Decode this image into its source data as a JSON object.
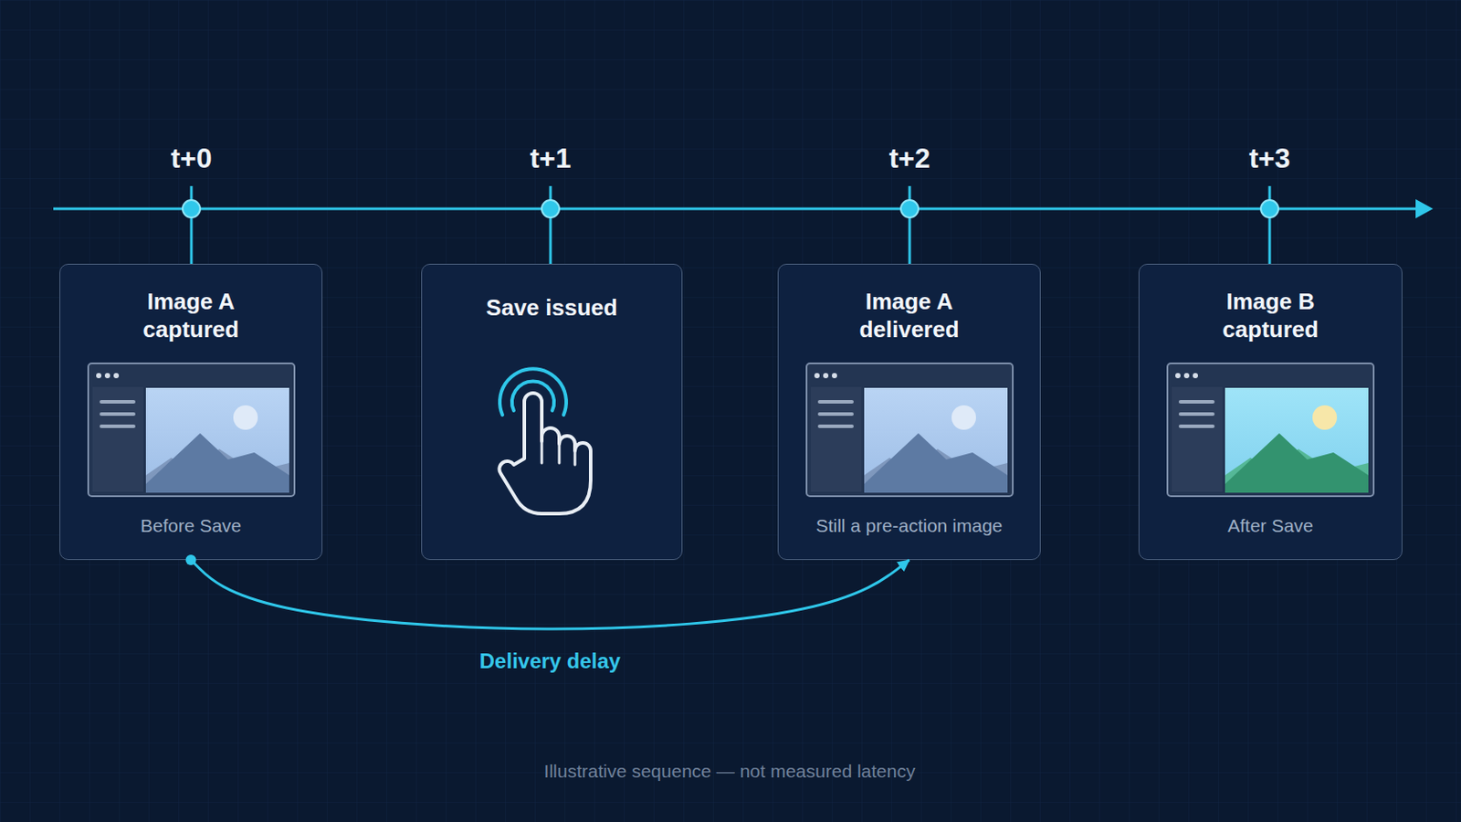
{
  "diagram": {
    "caption": "Illustrative sequence — not measured latency",
    "nodes": [
      {
        "text": [
          "Image A captured",
          "Before Save"
        ]
      },
      {
        "text": [
          "Save issued"
        ]
      },
      {
        "text": [
          "Image A delivered",
          "Still a pre-action image"
        ]
      },
      {
        "text": [
          "Image B captured",
          "After Save"
        ]
      }
    ],
    "edges": [
      {
        "from": 0,
        "to": 2,
        "label": "Delivery delay",
        "arrow": "to"
      }
    ],
    "labels": [
      "t+0",
      "t+1",
      "t+2",
      "t+3"
    ]
  }
}
